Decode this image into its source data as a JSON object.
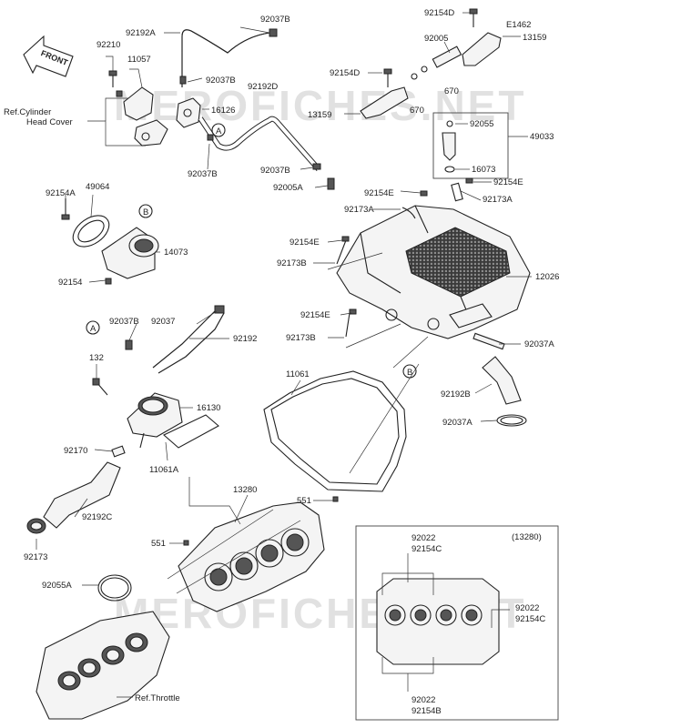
{
  "watermark": "MEROFICHES.NET",
  "front_label": "FRONT",
  "references": {
    "cylinder_head_cover": [
      "Ref.Cylinder",
      "Head Cover"
    ],
    "throttle": "Ref.Throttle"
  },
  "callout_letters": [
    "A",
    "B"
  ],
  "part_numbers": {
    "p_92154d_top": "92154D",
    "p_e1462": "E1462",
    "p_13159_top": "13159",
    "p_92005_top": "92005",
    "p_670_a": "670",
    "p_670_b": "670",
    "p_92037b_top": "92037B",
    "p_92192a": "92192A",
    "p_92210": "92210",
    "p_11057": "11057",
    "p_92037b_mid": "92037B",
    "p_92192d": "92192D",
    "p_92154d_mid": "92154D",
    "p_13159_mid": "13159",
    "p_16126": "16126",
    "p_92055": "92055",
    "p_49033": "49033",
    "p_16073": "16073",
    "p_92037b_low": "92037B",
    "p_92037b_low2": "92037B",
    "p_92005a": "92005A",
    "p_92154e_a": "92154E",
    "p_92154e_b": "92154E",
    "p_92173a_a": "92173A",
    "p_92173a_b": "92173A",
    "p_92154a": "92154A",
    "p_49064": "49064",
    "p_14073": "14073",
    "p_92154": "92154",
    "p_92154e_c": "92154E",
    "p_92173b_a": "92173B",
    "p_12026": "12026",
    "p_92154e_d": "92154E",
    "p_92173b_b": "92173B",
    "p_92037b_hose": "92037B",
    "p_92037_hose": "92037",
    "p_92192": "92192",
    "p_92037a_a": "92037A",
    "p_132": "132",
    "p_11061": "11061",
    "p_92192b": "92192B",
    "p_16130": "16130",
    "p_92037a_b": "92037A",
    "p_92170": "92170",
    "p_11061a": "11061A",
    "p_92192c": "92192C",
    "p_13280": "13280",
    "p_551_a": "551",
    "p_551_b": "551",
    "p_92173": "92173",
    "p_92055a": "92055A"
  },
  "inset": {
    "title": "(13280)",
    "top_labels": [
      "92022",
      "92154C"
    ],
    "right_labels": [
      "92022",
      "92154C"
    ],
    "bottom_labels": [
      "92022",
      "92154B"
    ]
  },
  "icons": [
    "front-arrow-icon"
  ]
}
